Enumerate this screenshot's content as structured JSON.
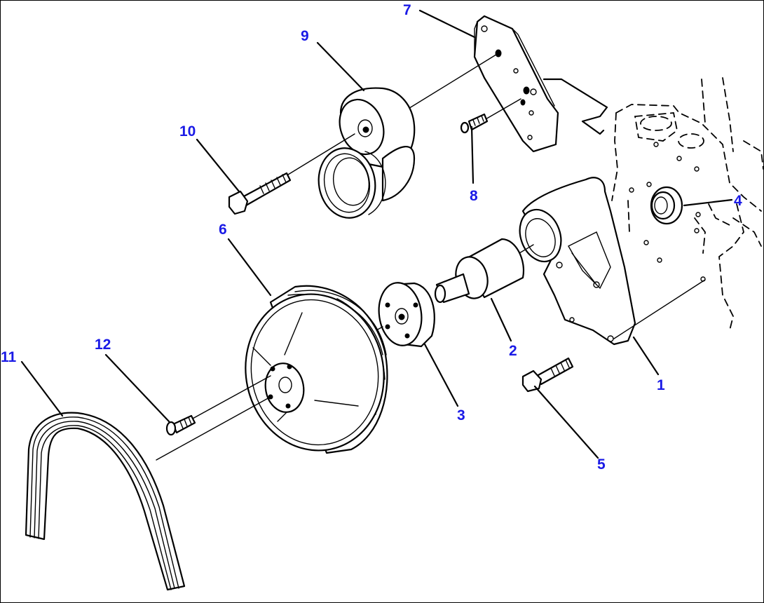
{
  "callouts": {
    "c1": "1",
    "c2": "2",
    "c3": "3",
    "c4": "4",
    "c5": "5",
    "c6": "6",
    "c7": "7",
    "c8": "8",
    "c9": "9",
    "c10": "10",
    "c11": "11",
    "c12": "12"
  },
  "colors": {
    "callout_text": "#1a1ae6",
    "line_art": "#000000",
    "background": "#ffffff"
  }
}
